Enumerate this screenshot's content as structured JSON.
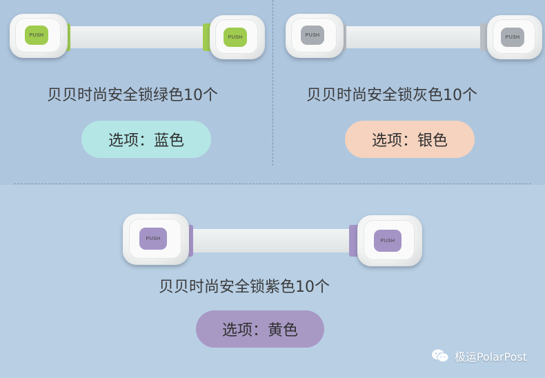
{
  "products": [
    {
      "caption": "贝贝时尚安全锁绿色10个",
      "option": "选项：蓝色",
      "button_label": "PUSH",
      "accent_color": "#9fcb4f",
      "pill_color": "#b4e6e6"
    },
    {
      "caption": "贝贝时尚安全锁灰色10个",
      "option": "选项：银色",
      "button_label": "PUSH",
      "accent_color": "#a8adb3",
      "pill_color": "#f5d3bf"
    },
    {
      "caption": "贝贝时尚安全锁紫色10个",
      "option": "选项：黄色",
      "button_label": "PUSH",
      "accent_color": "#a494c6",
      "pill_color": "#a899c4"
    }
  ],
  "watermark": "极运PolarPost"
}
